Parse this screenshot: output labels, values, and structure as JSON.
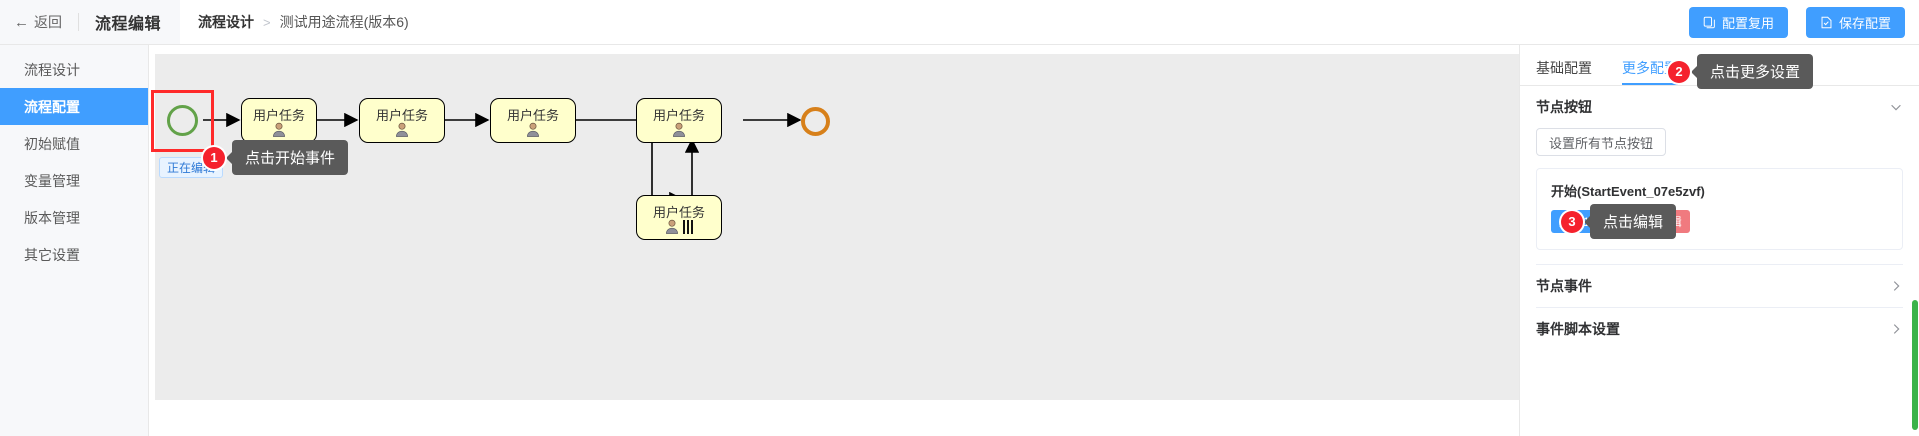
{
  "header": {
    "back_label": "返回",
    "back_icon": "arrow-left-icon",
    "app_title": "流程编辑",
    "breadcrumb_current": "流程设计",
    "breadcrumb_sep": ">",
    "breadcrumb_sub": "测试用途流程(版本6)",
    "buttons": [
      {
        "label": "配置复用",
        "icon": "copy-icon",
        "color": "#409eff"
      },
      {
        "label": "保存配置",
        "icon": "save-icon",
        "color": "#409eff"
      }
    ]
  },
  "sidebar": {
    "items": [
      {
        "label": "流程设计",
        "active": false
      },
      {
        "label": "流程配置",
        "active": true
      },
      {
        "label": "初始赋值",
        "active": false
      },
      {
        "label": "变量管理",
        "active": false
      },
      {
        "label": "版本管理",
        "active": false
      },
      {
        "label": "其它设置",
        "active": false
      }
    ],
    "active_color": "#409eff"
  },
  "canvas": {
    "editing_badge": "正在编辑",
    "selection_color": "#ff2a2a",
    "start_event": {
      "name": "start-event",
      "color": "#62a249"
    },
    "end_event": {
      "name": "end-event",
      "color": "#d7801a"
    },
    "nodes": [
      {
        "label": "用户任务",
        "multi_instance": false
      },
      {
        "label": "用户任务",
        "multi_instance": false
      },
      {
        "label": "用户任务",
        "multi_instance": false
      },
      {
        "label": "用户任务",
        "multi_instance": false
      },
      {
        "label": "用户任务",
        "multi_instance": true
      }
    ]
  },
  "coachmarks": [
    {
      "number": "1",
      "text": "点击开始事件"
    },
    {
      "number": "2",
      "text": "点击更多设置"
    },
    {
      "number": "3",
      "text": "点击编辑"
    }
  ],
  "panel": {
    "tabs": [
      {
        "label": "基础配置",
        "active": false
      },
      {
        "label": "更多配置",
        "active": true
      }
    ],
    "node_button_section": {
      "title": "节点按钮",
      "chevron": "chevron-down-icon",
      "set_all_button": "设置所有节点按钮",
      "card": {
        "title": "开始(StartEvent_07e5zvf)",
        "tags": [
          {
            "label": "启动1",
            "style": "blue"
          },
          {
            "label": "保存",
            "style": "blue"
          },
          {
            "label": "编辑",
            "style": "red"
          }
        ]
      }
    },
    "sections": [
      {
        "title": "节点事件",
        "chevron": "chevron-right-icon"
      },
      {
        "title": "事件脚本设置",
        "chevron": "chevron-right-icon"
      }
    ]
  }
}
